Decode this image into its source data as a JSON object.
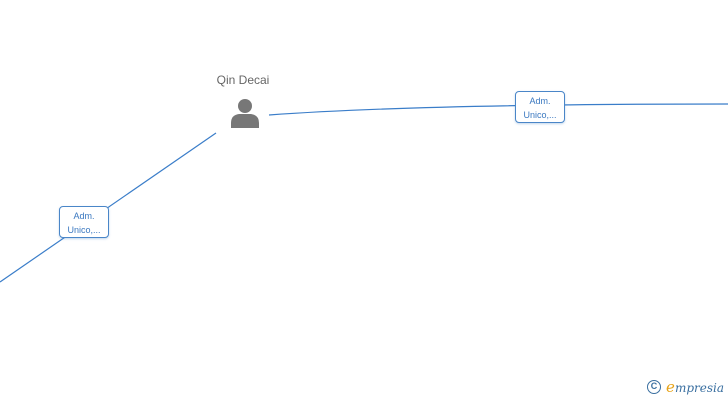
{
  "person": {
    "name": "Qin Decai"
  },
  "relations": [
    {
      "line1": "Adm.",
      "line2": "Unico,..."
    },
    {
      "line1": "Adm.",
      "line2": "Unico,..."
    }
  ],
  "watermark": {
    "symbol": "C",
    "brand_initial": "e",
    "brand_rest": "mpresia"
  },
  "colors": {
    "edge": "#3a7dc9",
    "edge_label": "#3a78c0",
    "person_icon": "#777777",
    "brand": "#3a6fa0",
    "brand_accent": "#e8a317"
  }
}
